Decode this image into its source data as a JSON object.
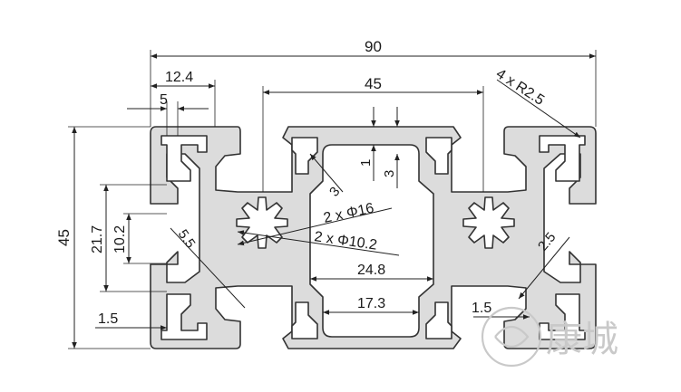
{
  "dimensions": {
    "overall_width": "90",
    "overall_height": "45",
    "slot_outer_width": "12.4",
    "slot_opening": "5",
    "inner_height": "21.7",
    "slot_height": "10.2",
    "center_hole": "2 x Φ16",
    "core_hole": "2 x Φ10.2",
    "corner_radius": "4 x R2.5",
    "top_wall_1": "1",
    "top_wall_3": "3",
    "wall_3_diag": "3",
    "wall_5_5": "5.5",
    "inner_width_outer": "45",
    "cavity_width": "24.8",
    "cavity_bottom": "17.3",
    "wall_1_5_left": "1.5",
    "wall_1_5_right": "1.5",
    "wall_2_5": "2.5"
  },
  "watermark": {
    "text": "康城"
  },
  "colors": {
    "profile_fill": "#dcdcdc",
    "outline": "#333333",
    "watermark": "#c9c9c9"
  }
}
